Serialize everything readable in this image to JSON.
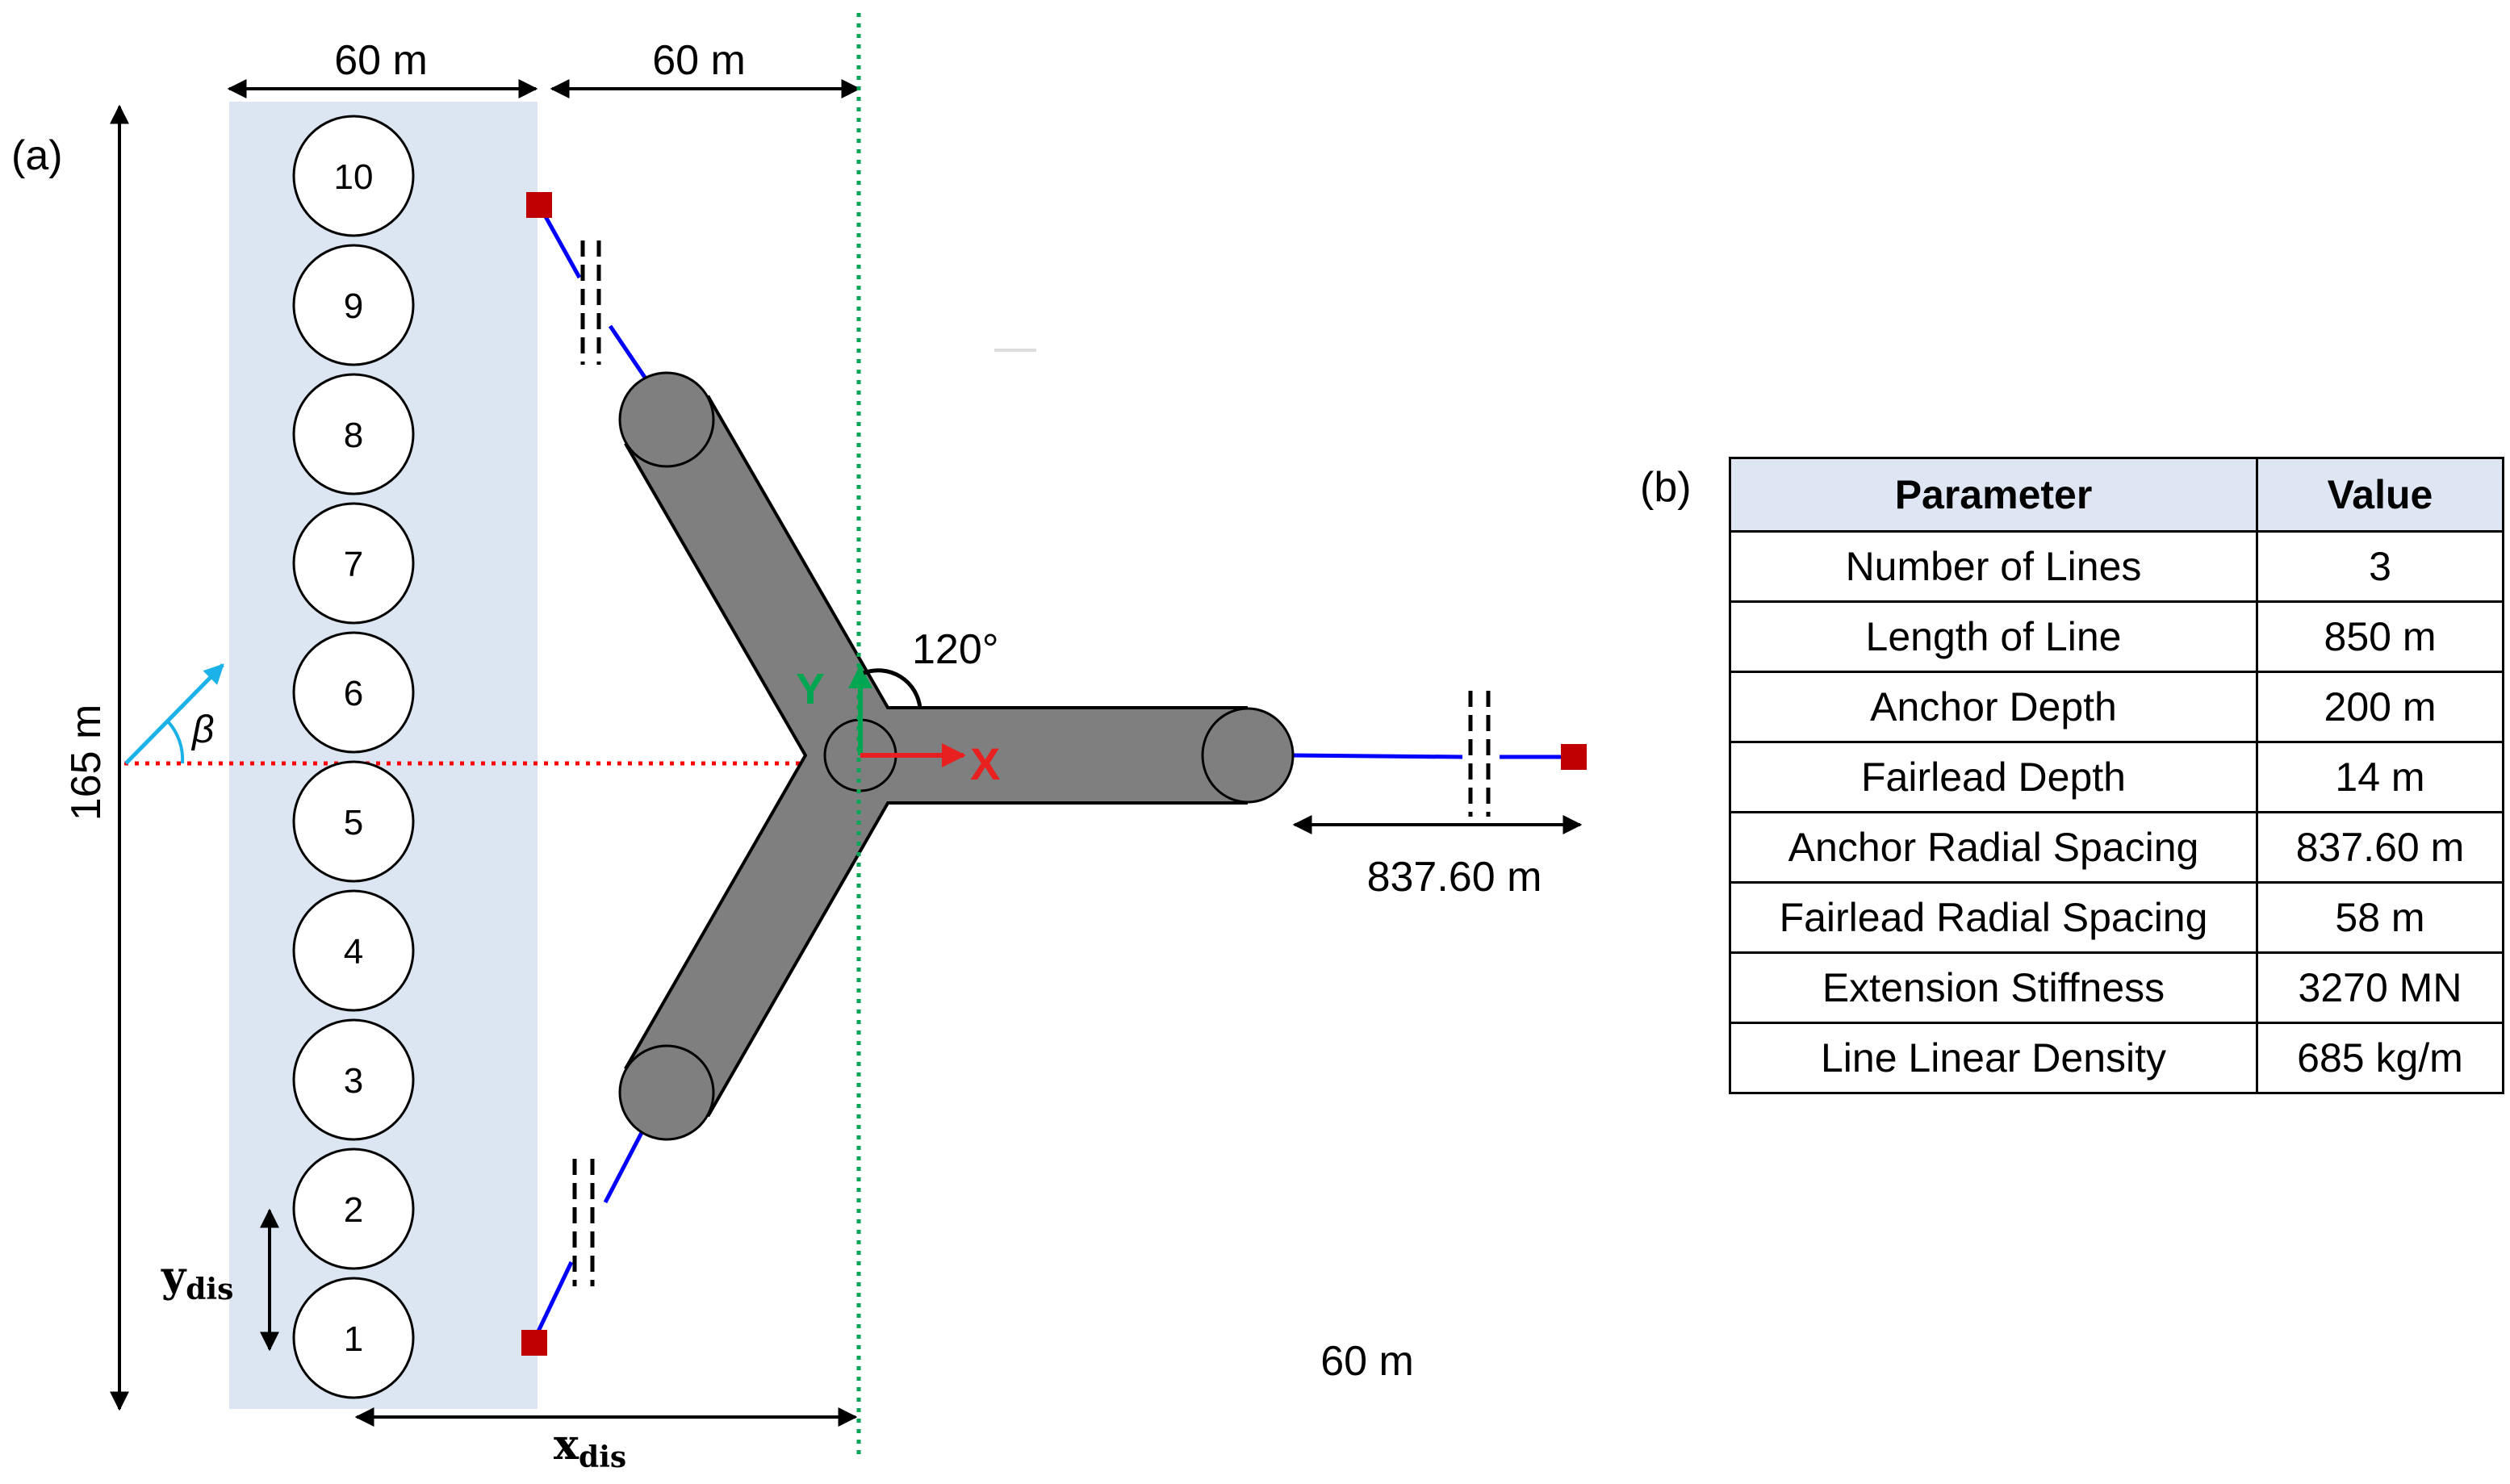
{
  "panel_a": {
    "label": "(a)",
    "width_label_left": "60 m",
    "width_label_right": "60 m",
    "height_label": "165 m",
    "beta_symbol": "β",
    "axis_y_label": "Y",
    "axis_x_label": "X",
    "angle_label": "120°",
    "anchor_spacing_label": "837.60 m",
    "loose_label": "60 m",
    "ydis_main": "y",
    "ydis_sub": "dis",
    "xdis_main": "x",
    "xdis_sub": "dis",
    "bodies": [
      "10",
      "9",
      "8",
      "7",
      "6",
      "5",
      "4",
      "3",
      "2",
      "1"
    ],
    "colors": {
      "array_region": "#dce6f2",
      "platform": "#7f7f7f",
      "mooring_line": "#0000ff",
      "anchor": "#c00000",
      "x_axis": "#e82020",
      "y_axis": "#00a651",
      "beta_arrow": "#1ab2e8",
      "centerline": "#00a651",
      "wave_line": "#ff0000"
    }
  },
  "panel_b": {
    "label": "(b)",
    "headers": [
      "Parameter",
      "Value"
    ],
    "rows": [
      [
        "Number of Lines",
        "3"
      ],
      [
        "Length of Line",
        "850 m"
      ],
      [
        "Anchor Depth",
        "200 m"
      ],
      [
        "Fairlead Depth",
        "14 m"
      ],
      [
        "Anchor Radial Spacing",
        "837.60 m"
      ],
      [
        "Fairlead Radial Spacing",
        "58 m"
      ],
      [
        "Extension Stiffness",
        "3270 MN"
      ],
      [
        "Line Linear Density",
        "685 kg/m"
      ]
    ],
    "header_bg": "#dde6f2"
  }
}
